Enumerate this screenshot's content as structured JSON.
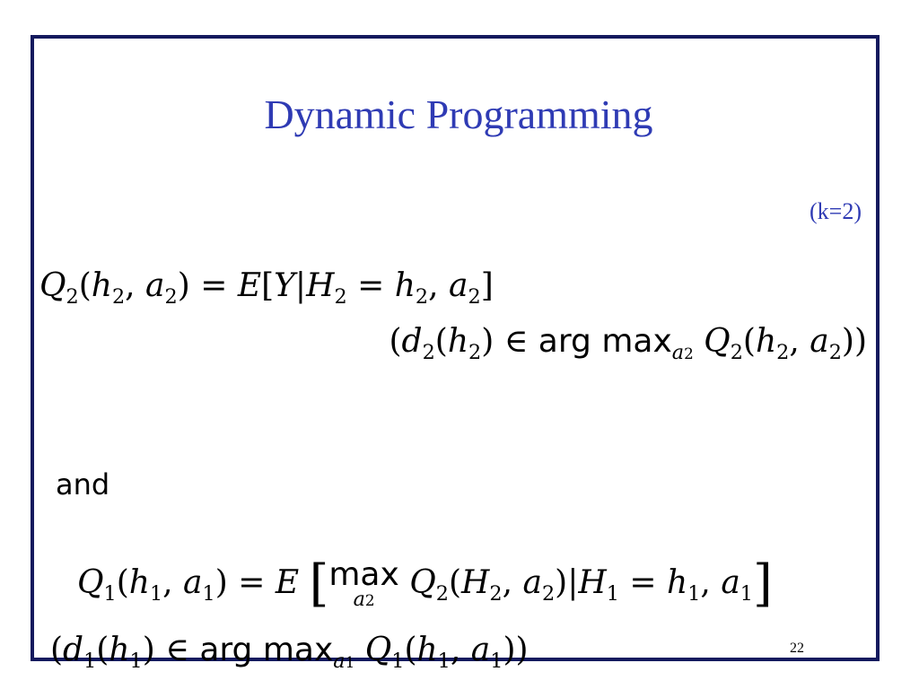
{
  "slide": {
    "title": "Dynamic Programming",
    "case_label": "(k=2)",
    "connector": "and",
    "page_number": "22"
  },
  "equations": {
    "eq1": "Q_2(h_2, a_2) = E[Y|H_2 = h_2, a_2]",
    "eq2": "(d_2(h_2) ∈ arg max_{a_2} Q_2(h_2, a_2))",
    "eq3": "Q_1(h_1, a_1) = E[max_{a_2} Q_2(H_2, a_2)|H_1 = h_1, a_1]",
    "eq4": "(d_1(h_1) ∈ arg max_{a_1} Q_1(h_1, a_1))"
  },
  "colors": {
    "frame": "#141a5e",
    "title": "#2f3bb4",
    "text": "#000000"
  }
}
